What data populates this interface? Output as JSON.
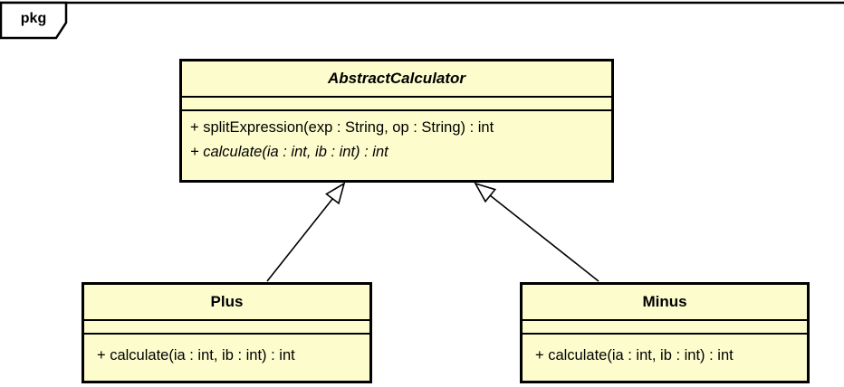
{
  "frame": {
    "tab_label": "pkg"
  },
  "colors": {
    "class_fill": "#fcfccd",
    "border": "#000000",
    "canvas": "#ffffff",
    "text": "#000000"
  },
  "classes": [
    {
      "name": "AbstractCalculator",
      "abstract": true,
      "attributes": [],
      "methods": [
        {
          "text": "+ splitExpression(exp : String, op : String) : int",
          "italic": false
        },
        {
          "text": "+ calculate(ia : int, ib : int) : int",
          "italic": true
        }
      ]
    },
    {
      "name": "Plus",
      "abstract": false,
      "attributes": [],
      "methods": [
        {
          "text": "+ calculate(ia : int, ib : int) : int",
          "italic": false
        }
      ]
    },
    {
      "name": "Minus",
      "abstract": false,
      "attributes": [],
      "methods": [
        {
          "text": "+ calculate(ia : int, ib : int) : int",
          "italic": false
        }
      ]
    }
  ],
  "relations": [
    {
      "type": "generalization",
      "from": "Plus",
      "to": "AbstractCalculator"
    },
    {
      "type": "generalization",
      "from": "Minus",
      "to": "AbstractCalculator"
    }
  ]
}
